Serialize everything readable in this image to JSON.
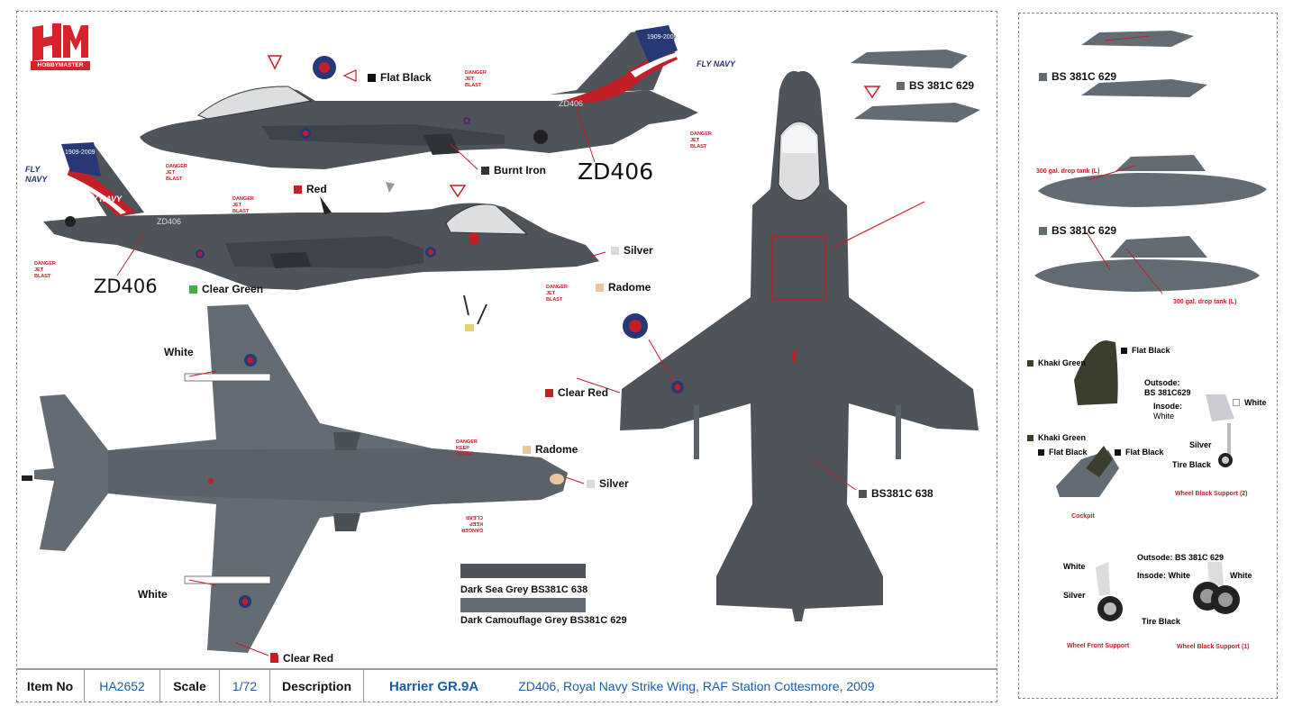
{
  "brand": {
    "logo_letters": "HM",
    "logo_text": "HOBBYMASTER"
  },
  "colors": {
    "dark_sea_grey": "#4f545a",
    "dark_camo_grey": "#636b73",
    "red": "#c41e26",
    "roundel_blue": "#283775",
    "clear_green": "#3cb33c",
    "radome": "#e8c89a",
    "silver": "#d8dadc",
    "khaki": "#3b3e2c",
    "brand_red": "#d6242c"
  },
  "callouts": {
    "flat_black": "Flat Black",
    "burnt_iron": "Burnt Iron",
    "red": "Red",
    "silver_1": "Silver",
    "radome_1": "Radome",
    "clear_green": "Clear Green",
    "white_1": "White",
    "radome_2": "Radome",
    "silver_2": "Silver",
    "white_2": "White",
    "clear_red_1": "Clear Red",
    "clear_red_2": "Clear Red",
    "bs_629_top": "BS 381C 629",
    "bs_638": "BS381C 638"
  },
  "serials": {
    "side1": "ZD406",
    "side2": "ZD406",
    "fin1": "ZD406",
    "fin2": "ZD406"
  },
  "markings": {
    "fly_navy": "FLY",
    "navy": "NAVY",
    "years": "1909-2009",
    "danger_jet_blast": "DANGER JET BLAST",
    "danger_keep_clear": "DANGER KEEP CLEAR"
  },
  "legend": {
    "item1": "Dark Sea Grey BS381C 638",
    "item2": "Dark Camouflage Grey BS381C 629"
  },
  "right_panel": {
    "bs_629_a": "BS 381C 629",
    "drop_tank_l_1": "300 gal. drop tank (L)",
    "bs_629_b": "BS 381C 629",
    "drop_tank_l_2": "300 gal. drop tank (L)",
    "khaki_green_1": "Khaki Green",
    "flat_black_1": "Flat Black",
    "outside_1": "Outsode:",
    "outside_1b": "BS 381C629",
    "inside_1": "Insode:",
    "inside_1b": "White",
    "white_a": "White",
    "khaki_green_2": "Khaki Green",
    "flat_black_2": "Flat Black",
    "flat_black_3": "Flat Black",
    "silver_a": "Silver",
    "tire_black_a": "Tire Black",
    "wheel_black_support_2": "Wheel Black Support (2)",
    "cockpit": "Cockpit",
    "outside_2": "Outsode: BS 381C 629",
    "white_b": "White",
    "inside_2": "Insode: White",
    "white_c": "White",
    "silver_b": "Silver",
    "tire_black_b": "Tire Black",
    "wheel_front_support": "Wheel Front Support",
    "wheel_black_support_1": "Wheel Black Support (1)"
  },
  "footer": {
    "item_no_label": "Item No",
    "item_no": "HA2652",
    "scale_label": "Scale",
    "scale": "1/72",
    "description_label": "Description",
    "model": "Harrier GR.9A",
    "description": "ZD406, Royal Navy Strike Wing, RAF Station Cottesmore, 2009"
  }
}
